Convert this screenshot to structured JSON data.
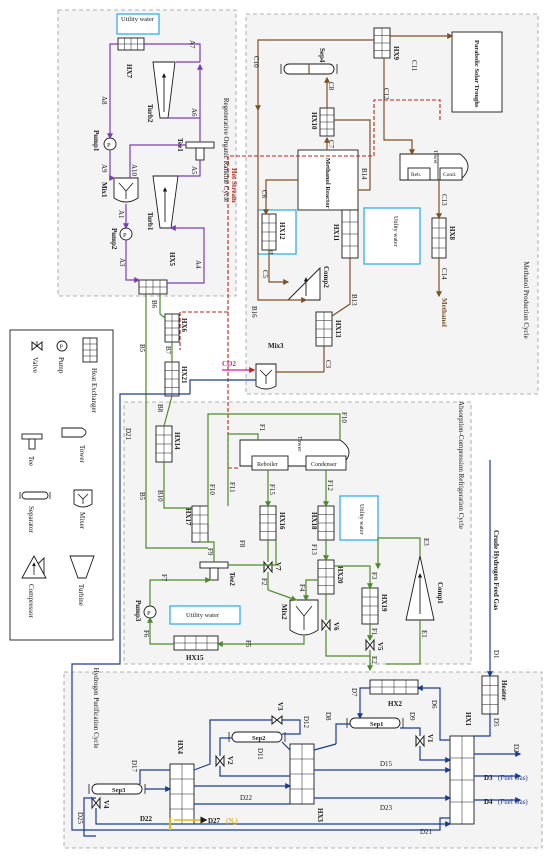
{
  "regions": {
    "orc": "Regenerative Organic Rankine Cycle",
    "methanol": "Methanol Production Cycle",
    "absorption": "Absorption-Compression Refrigeration Cycle",
    "hydrogen": "Hydrogen Purification Cycle"
  },
  "legend": {
    "heat_exchanger": "Heat Exchanger",
    "valve": "Valve",
    "pump": "Pump",
    "tee": "Tee",
    "tower": "Tower",
    "separator": "Separator",
    "mixer": "Mixer",
    "compressor": "Compressor",
    "turbine": "Turbine"
  },
  "equipment": {
    "pump1": "Pump1",
    "pump2": "Pump2",
    "pump3": "Pump3",
    "turb1": "Turb1",
    "turb2": "Turb2",
    "tee1": "Tee1",
    "tee2": "Tee2",
    "mix1": "Mix1",
    "mix2": "Mix2",
    "mix3": "Mix3",
    "hx1": "HX1",
    "hx2": "HX2",
    "hx3": "HX3",
    "hx4": "HX4",
    "hx5": "HX5",
    "hx6": "HX6",
    "hx7": "HX7",
    "hx8": "HX8",
    "hx9": "HX9",
    "hx10": "HX10",
    "hx11": "HX11",
    "hx12": "HX12",
    "hx13": "HX13",
    "hx14": "HX14",
    "hx15": "HX15",
    "hx16": "HX16",
    "hx17": "HX17",
    "hx18": "HX18",
    "hx19": "HX19",
    "hx20": "HX20",
    "hx21": "HX21",
    "sep1": "Sep1",
    "sep2": "Sep2",
    "sep3": "Sep3",
    "sep4": "Sep4",
    "comp1": "Comp1",
    "comp2": "Comp2",
    "v1": "V1",
    "v2": "V2",
    "v3": "V3",
    "v4": "V4",
    "v5": "V5",
    "v6": "V6",
    "v7": "V7",
    "heater": "Heater",
    "reactor": "Methanol Reactor",
    "trough": "Parabolic Solar Troughs",
    "tower": "Tower",
    "reb": "Reb.",
    "cond": "Cond.",
    "reboiler": "Reboiler",
    "condenser": "Condenser",
    "utility_water": "Utility water"
  },
  "streams": {
    "hot_stream": "Hot Stream",
    "co2": "CO2",
    "methanol": "Methanol",
    "feed": "Crude Hydrogen Feed Gas",
    "fuel_gas": "(Fuel Gas)",
    "n2": "(N₂)",
    "A": [
      "A1",
      "A2",
      "A3",
      "A4",
      "A5",
      "A6",
      "A7",
      "A8",
      "A9",
      "A10"
    ],
    "B": [
      "B1",
      "B5",
      "B6",
      "B7",
      "B8",
      "B10",
      "B13",
      "B14",
      "B16"
    ],
    "C": [
      "C3",
      "C5",
      "C6",
      "C7",
      "C8",
      "C10",
      "C11",
      "C12",
      "C13",
      "C14"
    ],
    "F": [
      "F1",
      "F2",
      "F3",
      "F4",
      "F5",
      "F6",
      "F7",
      "F8",
      "F9",
      "F10",
      "F11",
      "F12",
      "F13",
      "F15"
    ],
    "E": [
      "E1",
      "E2",
      "E3"
    ],
    "D": [
      "D1",
      "D2",
      "D3",
      "D4",
      "D5",
      "D6",
      "D7",
      "D8",
      "D9",
      "D11",
      "D12",
      "D15",
      "D17",
      "D21",
      "D22",
      "D23",
      "D25",
      "D26",
      "D27"
    ]
  }
}
